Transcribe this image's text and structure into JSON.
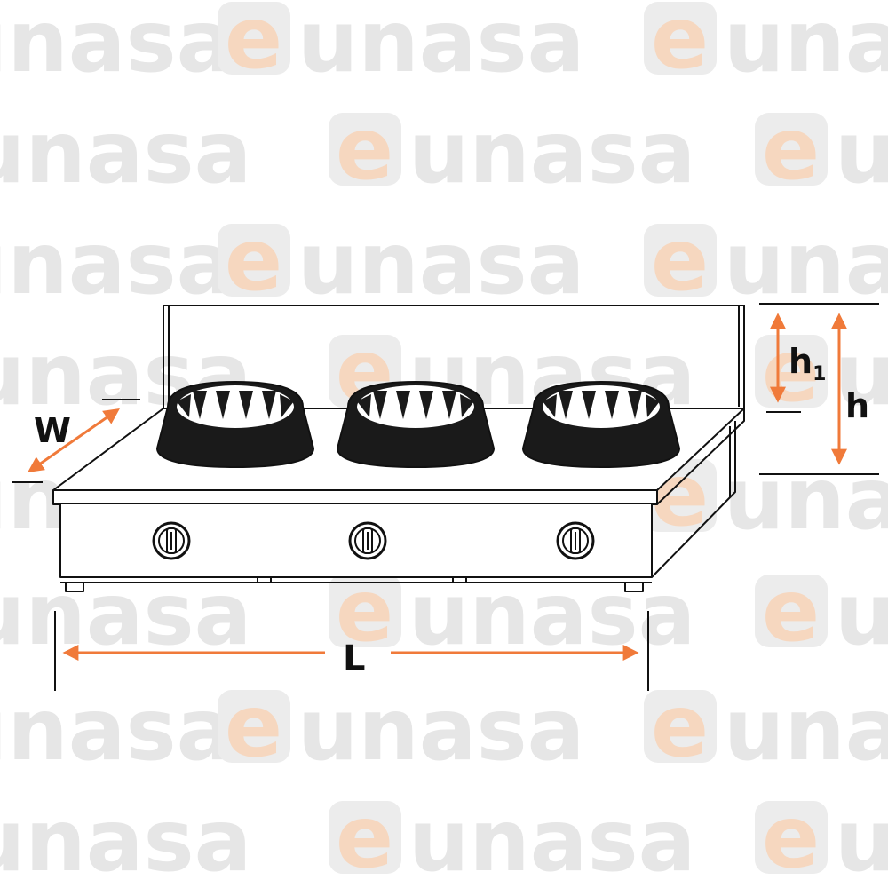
{
  "watermark": {
    "brand": "eunasa",
    "accent_letter": "e",
    "rest": "unasa"
  },
  "dimensions": {
    "length": "L",
    "width": "W",
    "height": "h",
    "height_1_base": "h",
    "height_1_sub": "1"
  },
  "colors": {
    "arrow": "#f07a3a",
    "outline": "#111111",
    "burner": "#1a1a1a",
    "watermark_text": "#e6e6e6",
    "watermark_accent": "#f6d7bf"
  },
  "burners": [
    {
      "label": "burner-1"
    },
    {
      "label": "burner-2"
    },
    {
      "label": "burner-3"
    }
  ],
  "knobs": [
    {
      "label": "knob-1"
    },
    {
      "label": "knob-2"
    },
    {
      "label": "knob-3"
    }
  ]
}
